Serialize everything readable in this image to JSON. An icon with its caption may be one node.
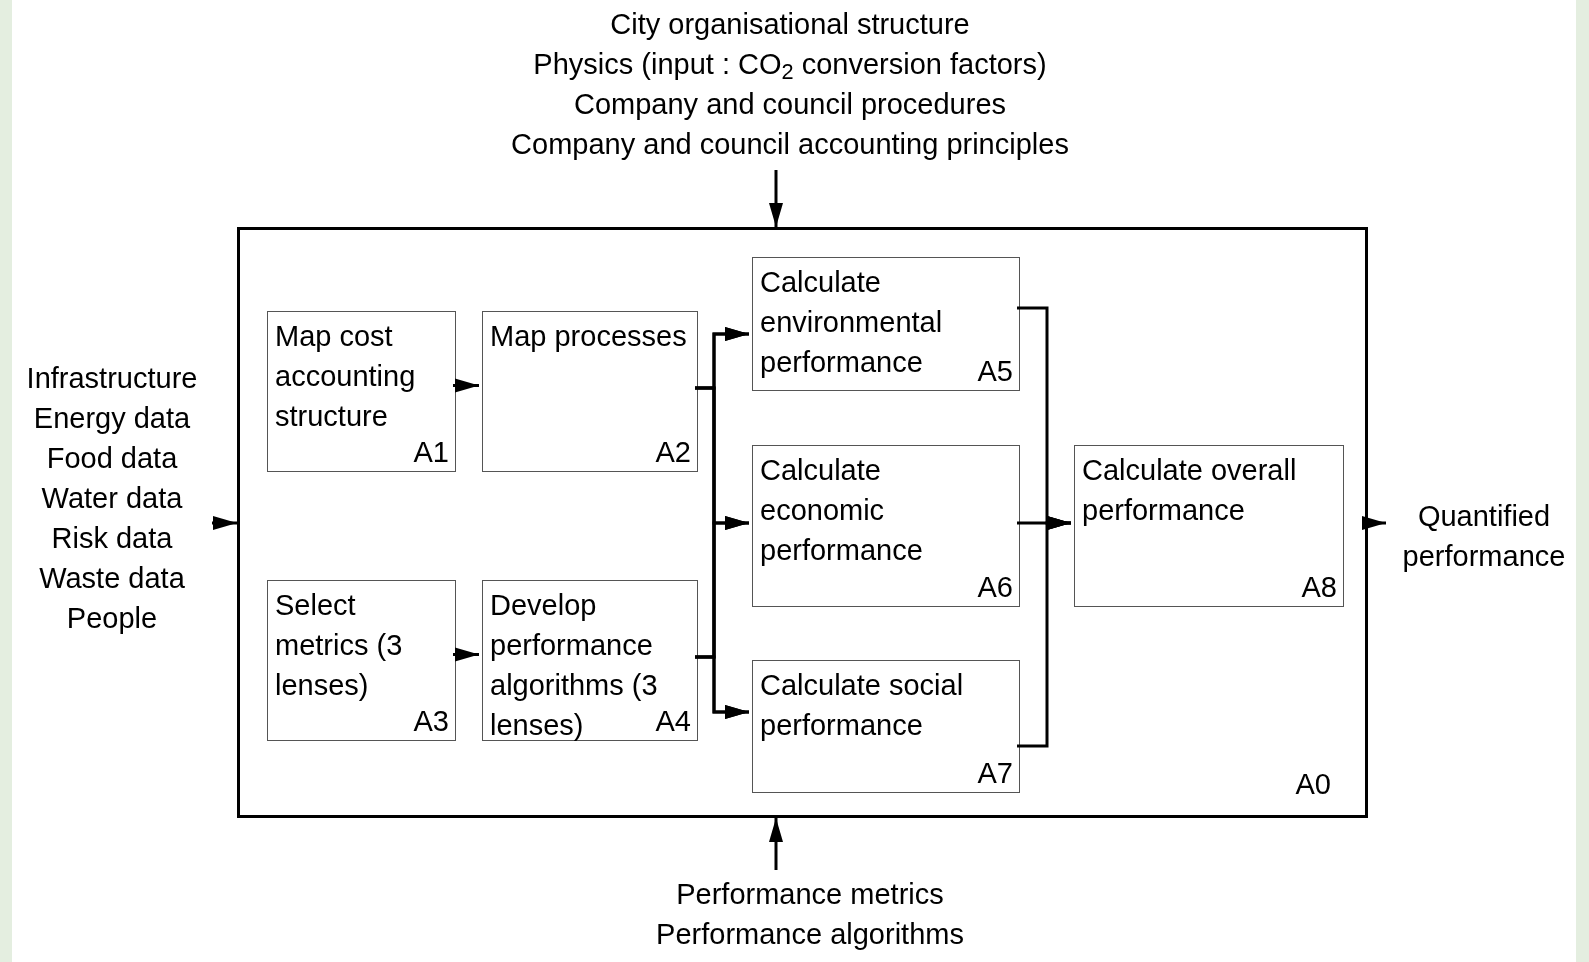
{
  "diagram": {
    "nodes": [
      {
        "text": [
          "A0"
        ]
      },
      {
        "text": [
          "Map cost accounting structure",
          "A1"
        ],
        "in": 0
      },
      {
        "text": [
          "Map processes",
          "A2"
        ],
        "in": 0
      },
      {
        "text": [
          "Select metrics (3 lenses)",
          "A3"
        ],
        "in": 0
      },
      {
        "text": [
          "Develop performance algorithms (3 lenses)",
          "A4"
        ],
        "in": 0
      },
      {
        "text": [
          "Calculate environmental performance",
          "A5"
        ],
        "in": 0
      },
      {
        "text": [
          "Calculate economic performance",
          "A6"
        ],
        "in": 0
      },
      {
        "text": [
          "Calculate social performance",
          "A7"
        ],
        "in": 0
      },
      {
        "text": [
          "Calculate overall performance",
          "A8"
        ],
        "in": 0
      },
      {
        "text": [
          "City organisational structure",
          "Physics (input : CO$_{2}$ conversion factors)",
          "Company and council procedures",
          "Company and council accounting principles"
        ]
      },
      {
        "text": [
          "Infrastructure",
          "Energy data",
          "Food data",
          "Water data",
          "Risk data",
          "Waste data",
          "People"
        ]
      },
      {
        "text": [
          "Quantified performance"
        ]
      },
      {
        "text": [
          "Performance metrics",
          "Performance algorithms"
        ]
      }
    ],
    "edges": [
      {
        "from": 9,
        "to": 0,
        "arrow": "to"
      },
      {
        "from": 10,
        "to": 0,
        "arrow": "to"
      },
      {
        "from": 0,
        "to": 11,
        "arrow": "to"
      },
      {
        "from": 12,
        "to": 0,
        "arrow": "to"
      },
      {
        "from": 1,
        "to": 2,
        "arrow": "to"
      },
      {
        "from": 3,
        "to": 4,
        "arrow": "to"
      },
      {
        "from": 2,
        "to": 5,
        "arrow": "to"
      },
      {
        "from": 2,
        "to": 6,
        "arrow": "to"
      },
      {
        "from": 2,
        "to": 7,
        "arrow": "to"
      },
      {
        "from": 4,
        "to": 5,
        "arrow": "to"
      },
      {
        "from": 4,
        "to": 6,
        "arrow": "to"
      },
      {
        "from": 4,
        "to": 7,
        "arrow": "to"
      },
      {
        "from": 5,
        "to": 8,
        "arrow": "to"
      },
      {
        "from": 6,
        "to": 8,
        "arrow": "to"
      },
      {
        "from": 7,
        "to": 8,
        "arrow": "to"
      }
    ]
  }
}
